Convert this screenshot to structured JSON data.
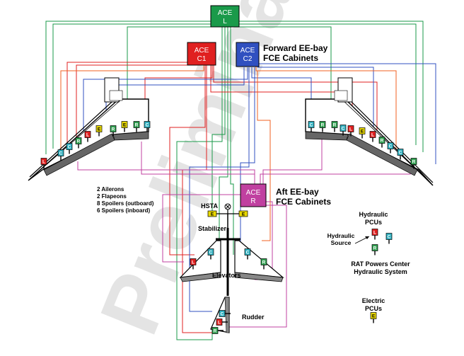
{
  "aces": [
    {
      "id": "L",
      "line1": "ACE",
      "line2": "L",
      "color": "#1a9a4a"
    },
    {
      "id": "C1",
      "line1": "ACE",
      "line2": "C1",
      "color": "#e02020"
    },
    {
      "id": "C2",
      "line1": "ACE",
      "line2": "C2",
      "color": "#3050c0"
    },
    {
      "id": "R",
      "line1": "ACE",
      "line2": "R",
      "color": "#c040a0"
    }
  ],
  "labels": {
    "forward_line1": "Forward EE-bay",
    "forward_line2": "FCE Cabinets",
    "aft_line1": "Aft EE-bay",
    "aft_line2": "FCE Cabinets",
    "hsta": "HSTA",
    "stabilizer": "Stabilizer",
    "elevators": "Elevators",
    "rudder": "Rudder",
    "surfaces_1": "2 Ailerons",
    "surfaces_2": "2 Flapeons",
    "surfaces_3": "8 Spoilers (outboard)",
    "surfaces_4": "6 Spoilers (inboard)"
  },
  "legend": {
    "hydraulic_pcus_1": "Hydraulic",
    "hydraulic_pcus_2": "PCUs",
    "hydraulic_source_1": "Hydraulic",
    "hydraulic_source_2": "Source",
    "rat_1": "RAT Powers Center",
    "rat_2": "Hydraulic System",
    "electric_pcus_1": "Electric",
    "electric_pcus_2": "PCUs"
  },
  "pcu_letters": {
    "left": "L",
    "center": "C",
    "right": "R",
    "electric": "E"
  },
  "pcu_colors": {
    "L": "#e02020",
    "C": "#30b0c0",
    "R": "#30a050",
    "E": "#e8d800"
  },
  "watermark": "Preliminary"
}
